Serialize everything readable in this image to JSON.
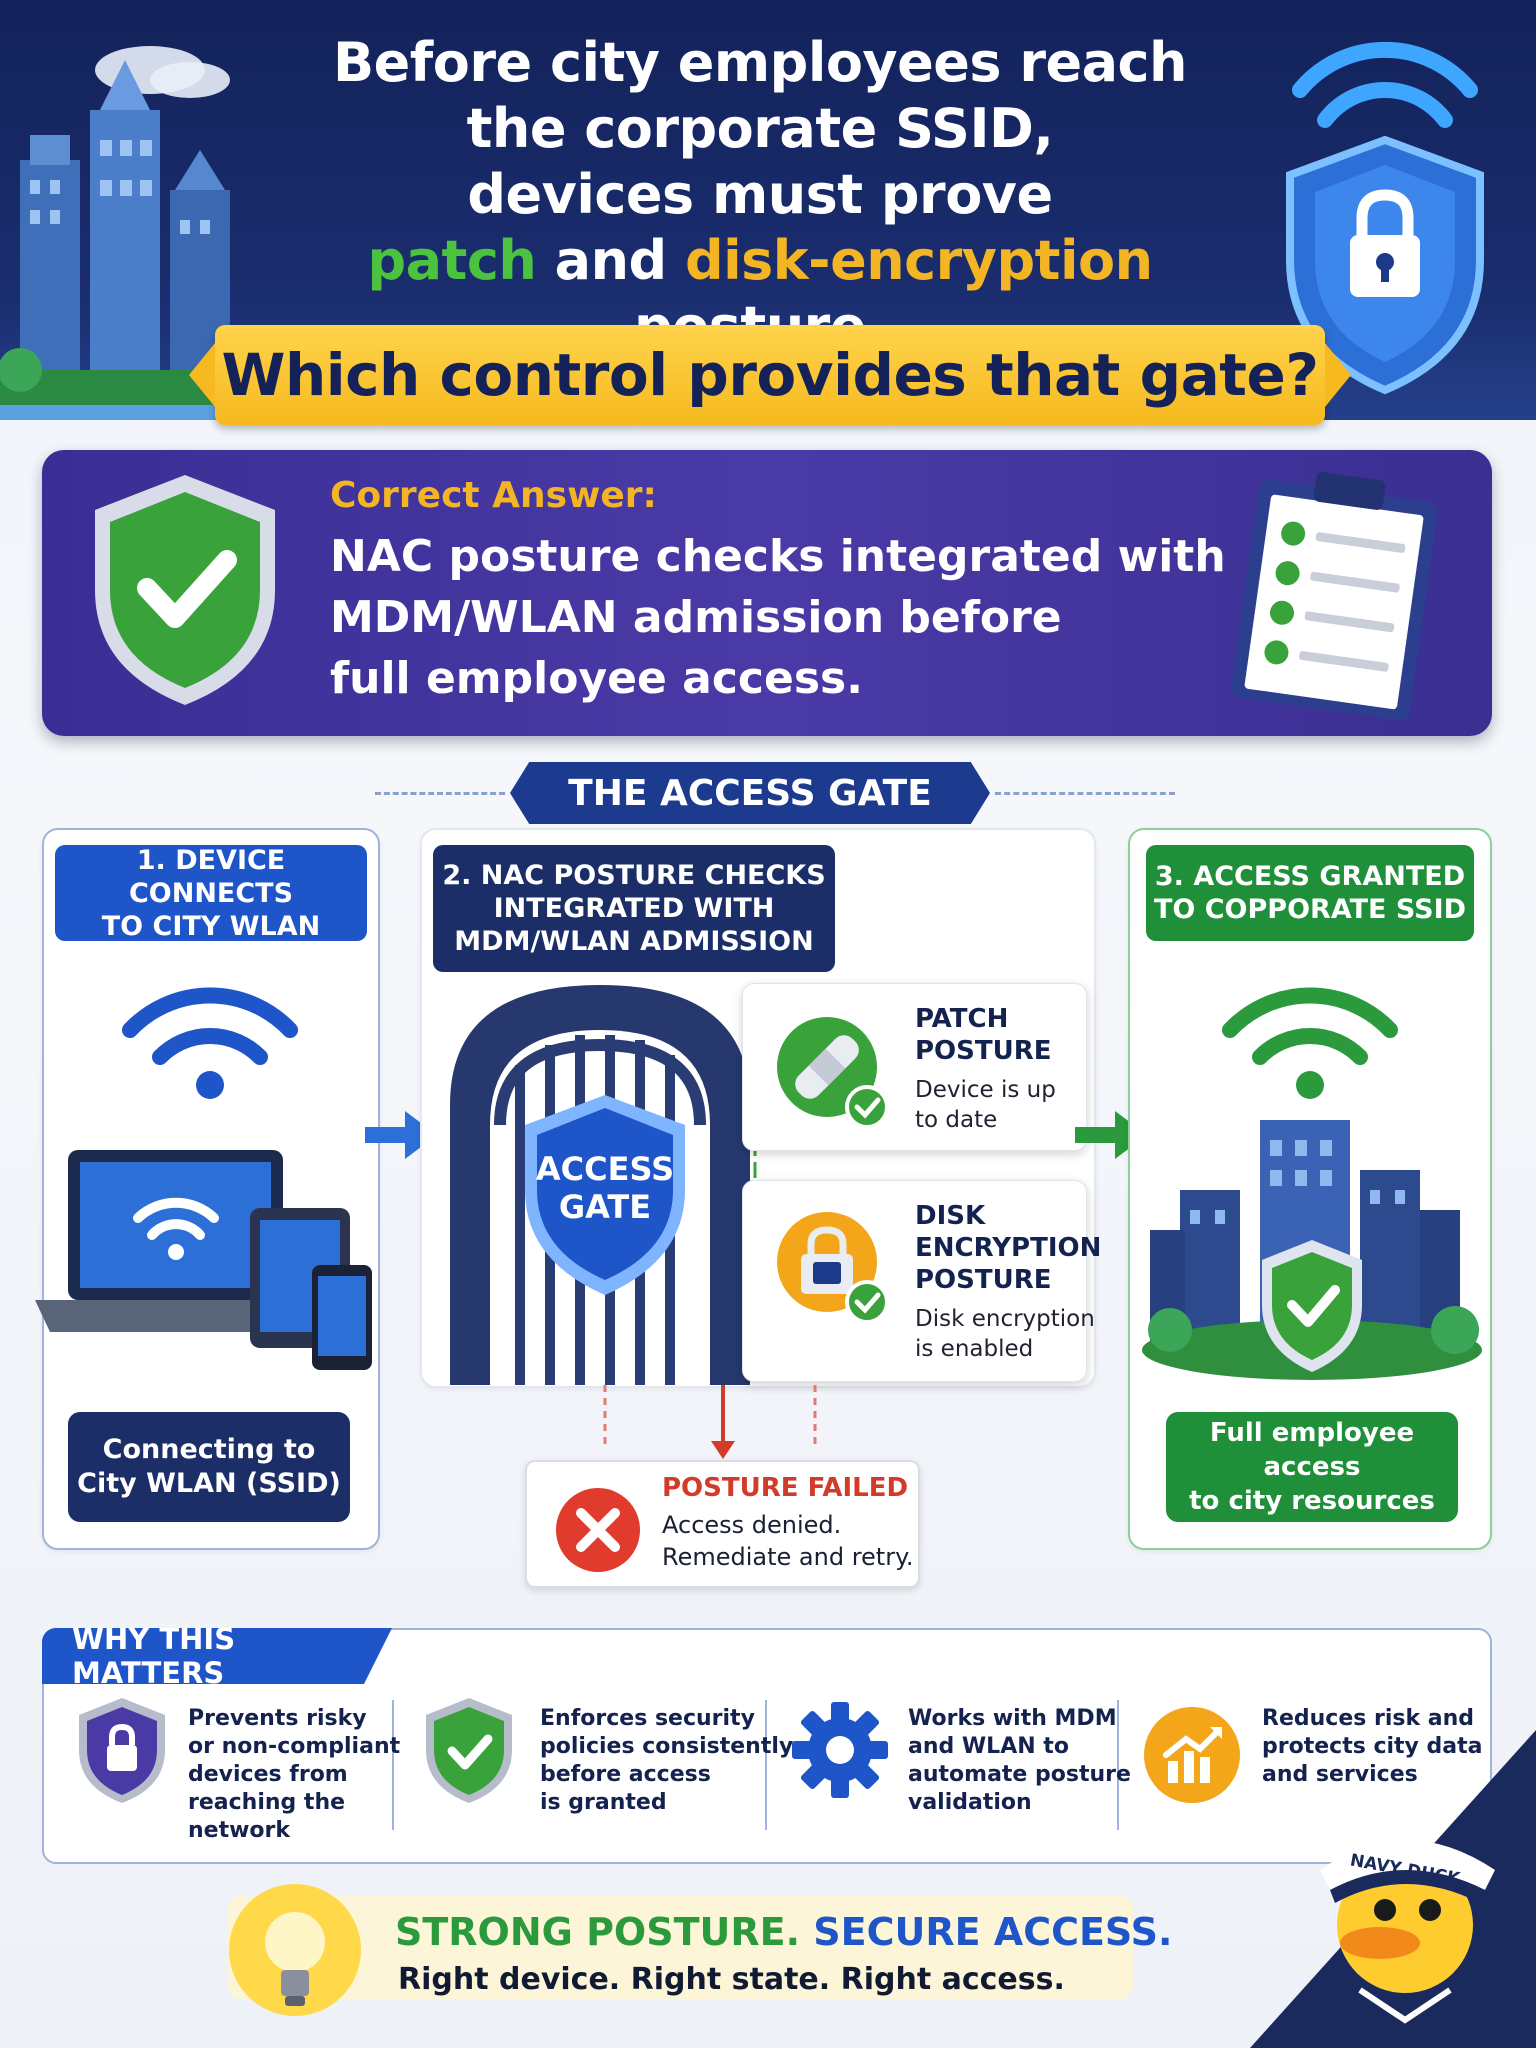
{
  "header": {
    "line1": "Before city employees reach",
    "line2": "the corporate SSID,",
    "line3": "devices must prove",
    "line4_patch": "patch",
    "line4_and": " and ",
    "line4_disk": "disk-encryption",
    "line4_posture": " posture.",
    "question": "Which control provides that gate?"
  },
  "answer": {
    "label": "Correct Answer:",
    "line1": "NAC posture checks integrated with",
    "line2": "MDM/WLAN admission before",
    "line3": "full employee access."
  },
  "gate": {
    "title": "THE ACCESS GATE",
    "step1": {
      "line1": "1. DEVICE CONNECTS",
      "line2": "TO CITY WLAN",
      "pill1": "Connecting to",
      "pill2": "City WLAN (SSID)"
    },
    "step2": {
      "line1": "2. NAC POSTURE CHECKS",
      "line2": "INTEGRATED WITH",
      "line3": "MDM/WLAN ADMISSION",
      "shield1": "ACCESS",
      "shield2": "GATE"
    },
    "step3": {
      "line1": "3. ACCESS GRANTED",
      "line2": "TO COPPORATE SSID",
      "pill1": "Full employee access",
      "pill2": "to city resources"
    },
    "patch": {
      "title1": "PATCH",
      "title2": "POSTURE",
      "text1": "Device is up",
      "text2": "to date"
    },
    "disk": {
      "title1": "DISK",
      "title2": "ENCRYPTION",
      "title3": "POSTURE",
      "text1": "Disk encryption",
      "text2": "is enabled"
    },
    "fail": {
      "title": "POSTURE FAILED",
      "text1": "Access denied.",
      "text2": "Remediate and retry."
    }
  },
  "why": {
    "title": "WHY THIS MATTERS",
    "items": [
      {
        "icon": "lock-shield-icon",
        "lines": [
          "Prevents risky",
          "or non-compliant",
          "devices from",
          "reaching the",
          "network"
        ]
      },
      {
        "icon": "check-shield-icon",
        "lines": [
          "Enforces security",
          "policies consistently",
          "before access",
          "is granted"
        ]
      },
      {
        "icon": "gear-icon",
        "lines": [
          "Works with MDM",
          "and WLAN to",
          "automate posture",
          "validation"
        ]
      },
      {
        "icon": "chart-icon",
        "lines": [
          "Reduces risk and",
          "protects city data",
          "and services"
        ]
      }
    ]
  },
  "footer": {
    "strong": "STRONG POSTURE.",
    "secure": "SECURE ACCESS.",
    "tagline": "Right device. Right state. Right access."
  },
  "mascot": {
    "hat": "NAVY DUCK"
  },
  "colors": {
    "navy": "#13225a",
    "green": "#4cc33e",
    "yellow": "#f4b524",
    "purple": "#3a2e94",
    "blue": "#1e55c8"
  }
}
